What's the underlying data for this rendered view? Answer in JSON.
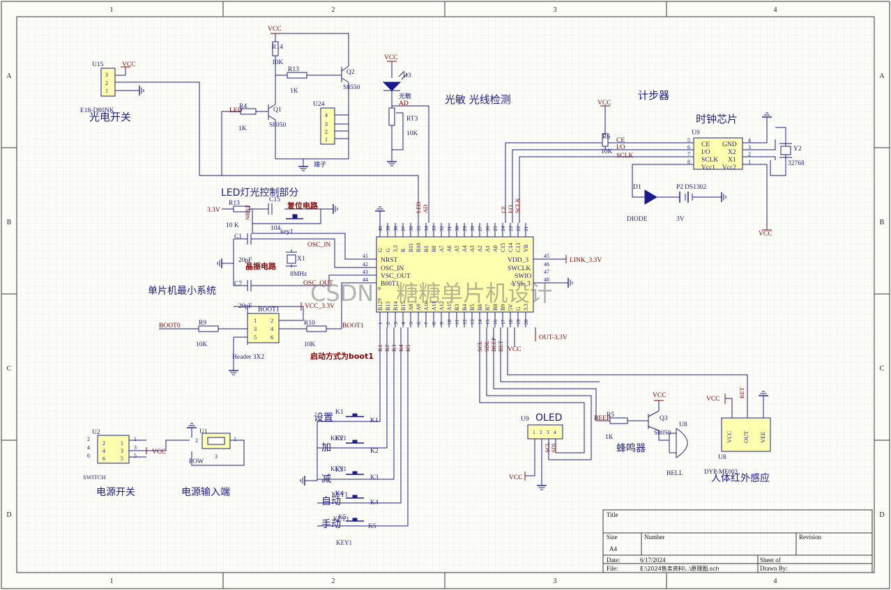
{
  "frame": {
    "cols": [
      "1",
      "2",
      "3",
      "4"
    ],
    "rows": [
      "A",
      "B",
      "C",
      "D"
    ]
  },
  "colors": {
    "wire": "#1a1a8c",
    "label": "#8b0000",
    "part": "#1a1a8c",
    "fill": "#ffffb0",
    "grid": "#cdd9e0"
  },
  "watermark": "CSDN：糖糖单片机设计",
  "sections": {
    "photo_switch": "光电开关",
    "light_sense": "光敏 光线检测",
    "step_counter": "计步器",
    "clock_chip": "时钟芯片",
    "led_ctrl": "LED灯光控制部分",
    "reset_circuit": "复位电路",
    "crystal_circuit": "晶振电路",
    "mcu_min": "单片机最小系统",
    "boot_mode": "启动方式为boot1",
    "oled": "OLED",
    "buzzer": "蜂鸣器",
    "pir": "人体红外感应",
    "power_switch": "电源开关",
    "power_input": "电源输入端"
  },
  "keys": {
    "set": "设置",
    "add": "加",
    "sub": "减",
    "auto": "自动",
    "manual": "手动",
    "refs": [
      "K1",
      "K2",
      "K3",
      "K4",
      "K5"
    ],
    "part_labels": [
      "KEY1",
      "KEY1",
      "KEY1",
      "KEY1",
      "KEY1"
    ],
    "net_labels": [
      "K1",
      "K2",
      "K3",
      "K4",
      "K5"
    ]
  },
  "components": {
    "u15": "U15",
    "u15_part": "E18-D80NK",
    "u15_pins": [
      "3",
      "2",
      "1"
    ],
    "vcc": "VCC",
    "r14": "R14",
    "r14_val": "10K",
    "r13a": "R13",
    "r13a_val": "1K",
    "q2": "Q2",
    "q2_part": "S8550",
    "r4": "R4",
    "r4_val": "1K",
    "q1": "Q1",
    "q1_part": "S8050",
    "led_net": "LED",
    "u24": "U24",
    "u24_pins": [
      "4",
      "3",
      "2",
      "1"
    ],
    "u24_part": "端子",
    "d3": "D3",
    "d3_part": "光敏",
    "ad_net": "AD",
    "rt3": "RT3",
    "rt3_val": "10K",
    "r6": "R6",
    "r6_val": "10K",
    "u9": "U9",
    "ds_pins_left": [
      "CE",
      "I/O",
      "SCLK",
      "Vcc1"
    ],
    "ds_pins_right": [
      "GND",
      "X2",
      "X1",
      "Vcc2"
    ],
    "ds_nums_left": [
      "5",
      "6",
      "7",
      "8"
    ],
    "ds_nums_right": [
      "4",
      "3",
      "2",
      "1"
    ],
    "ce_net": "CE",
    "io_net": "I/O",
    "sclk_net": "SCLK",
    "y2": "Y2",
    "y2_val": "32768",
    "d1": "D1",
    "d1_part": "DIODE",
    "p2": "P2",
    "p2_part": "DS1302",
    "bat_val": "3V",
    "r13b": "R13",
    "r13b_val": "10 K",
    "v33": "3.3V",
    "c15": "C15",
    "c15_val": "104",
    "key_reset": "key1",
    "nrst_net": "NRST",
    "c1": "C1",
    "c1_val": "20pF",
    "x1": "X1",
    "x1_val": "8MHz",
    "c7": "C7",
    "c7_val": "20pF",
    "osc_in": "OSC_IN",
    "osc_out": "OSC_OUT",
    "boot1_hdr": "BOOT1",
    "vcc33": "VCC_3.3V",
    "boot0": "BOOT0",
    "r9": "R9",
    "r9_val": "10K",
    "r10": "R10",
    "r10_val": "10K",
    "boot1_net": "BOOT1",
    "header": "Header 3X2",
    "header_pins": [
      "1",
      "2",
      "3",
      "4",
      "5",
      "6"
    ],
    "mcu_left": [
      "NRST",
      "OSC_IN",
      "VSC_OUT",
      "B00T1"
    ],
    "mcu_left_nums": [
      "41",
      "42",
      "43",
      "44"
    ],
    "mcu_right": [
      "VDD_3",
      "SWCLK",
      "SWIO",
      "VSS_3"
    ],
    "mcu_right_nums": [
      "45",
      "46",
      "47",
      "48"
    ],
    "link33": "LINK_3.3V",
    "out33": "OUT-3.3V",
    "mcu_top_labels": [
      "G",
      "G",
      "3.3",
      "R",
      "B11",
      "B10",
      "B1",
      "B0",
      "A7",
      "A6",
      "A5",
      "A4",
      "A3",
      "A2",
      "A1",
      "A0",
      "C15",
      "C14",
      "C13",
      "VB"
    ],
    "mcu_top_nums": [
      "40",
      "39",
      "38",
      "37",
      "36",
      "35",
      "34",
      "33",
      "32",
      "31",
      "30",
      "29",
      "28",
      "27",
      "26",
      "25",
      "24",
      "23",
      "22",
      "21"
    ],
    "mcu_bot_labels": [
      "B12",
      "B13",
      "B14",
      "B15",
      "A8",
      "A9",
      "A10",
      "A11",
      "A12",
      "A15",
      "B3",
      "B4",
      "B5",
      "B6",
      "B7",
      "B8",
      "B9",
      "5V",
      "G",
      "3.3"
    ],
    "mcu_bot_nums": [
      "1",
      "2",
      "3",
      "4",
      "5",
      "6",
      "7",
      "8",
      "9",
      "10",
      "11",
      "12",
      "13",
      "14",
      "15",
      "16",
      "17",
      "18",
      "19",
      "20"
    ],
    "top_nets": [
      "LED",
      "AD",
      "CE",
      "I/O",
      "SCLK"
    ],
    "bot_nets": [
      "K1",
      "K2",
      "K3",
      "K4",
      "K5",
      "SCL",
      "SDL",
      "BEEP",
      "RET"
    ],
    "u9b": "U9",
    "oled_pins": [
      "1",
      "2",
      "3",
      "4"
    ],
    "scl": "SCL",
    "sdl": "SDL",
    "beep_net": "BEEP",
    "r5": "R5",
    "r5_val": "1K",
    "q3": "Q3",
    "q3_part": "S8050",
    "u8": "U8",
    "bell": "BELL",
    "ret_net": "RET",
    "u8b": "U8",
    "pir_pins": [
      "VCC",
      "OUT",
      "VEE"
    ],
    "pir_part": "DYP-ME003",
    "u2": "U2",
    "u2_pins": [
      "2",
      "4",
      "6",
      "1",
      "3",
      "5"
    ],
    "u2_part": "SWITCH",
    "u1": "U1",
    "u1_pins": [
      "2",
      "3",
      "1"
    ],
    "pow": "POW"
  },
  "title_block": {
    "title_label": "Title",
    "size_label": "Size",
    "size_value": "A4",
    "number_label": "Number",
    "revision_label": "Revision",
    "date_label": "Date:",
    "date_value": "6/17/2024",
    "sheet_label": "Sheet   of",
    "file_label": "File:",
    "file_value": "E:\\2024售卖资料\\..\\原理图.sch",
    "drawn_label": "Drawn By:"
  }
}
